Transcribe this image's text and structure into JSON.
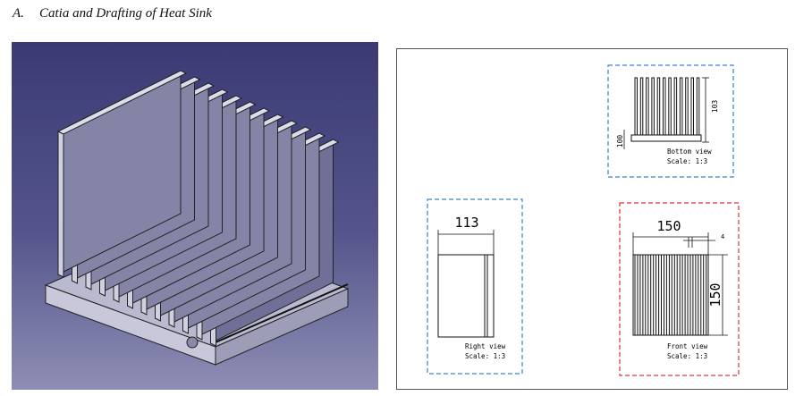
{
  "section": {
    "number": "A.",
    "title": "Catia and Drafting of Heat Sink"
  },
  "drawing": {
    "bottom_view": {
      "label": "Bottom view",
      "scale": "Scale:  1:3",
      "dim_height": "103",
      "dim_base": "100"
    },
    "right_view": {
      "label": "Right view",
      "scale": "Scale:  1:3",
      "dim_width": "113"
    },
    "front_view": {
      "label": "Front view",
      "scale": "Scale:  1:3",
      "dim_width": "150",
      "dim_height": "150",
      "dim_fin": "4"
    }
  },
  "colors": {
    "render_bg_top": "#3b3a74",
    "render_bg_bottom": "#8e8eb5",
    "bottom_frame": "#3a7fe0",
    "right_frame": "#3a7fe0",
    "front_frame": "#e0303a"
  }
}
